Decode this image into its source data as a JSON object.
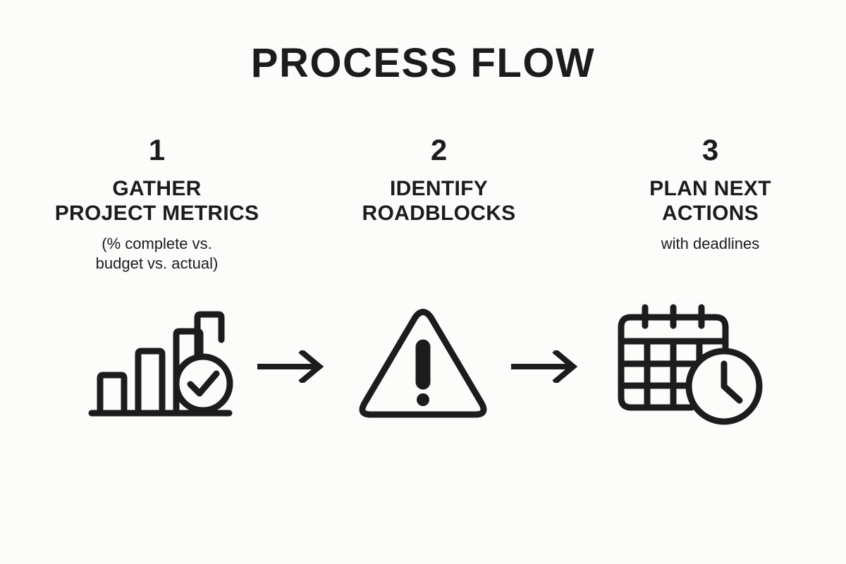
{
  "document": {
    "title": "PROCESS FLOW",
    "background_color": "#fcfcfb",
    "ink_color": "#1c1c1c"
  },
  "steps": [
    {
      "number": "1",
      "title": "GATHER\nPROJECT METRICS",
      "caption": "(% complete vs.\nbudget vs. actual)",
      "icon": "bar-chart-check-icon"
    },
    {
      "number": "2",
      "title": "IDENTIFY\nROADBLOCKS",
      "caption": "",
      "icon": "warning-triangle-icon"
    },
    {
      "number": "3",
      "title": "PLAN NEXT\nACTIONS",
      "caption": "with deadlines",
      "icon": "calendar-clock-icon"
    }
  ],
  "connectors": [
    {
      "name": "arrow-right-icon-1"
    },
    {
      "name": "arrow-right-icon-2"
    }
  ]
}
